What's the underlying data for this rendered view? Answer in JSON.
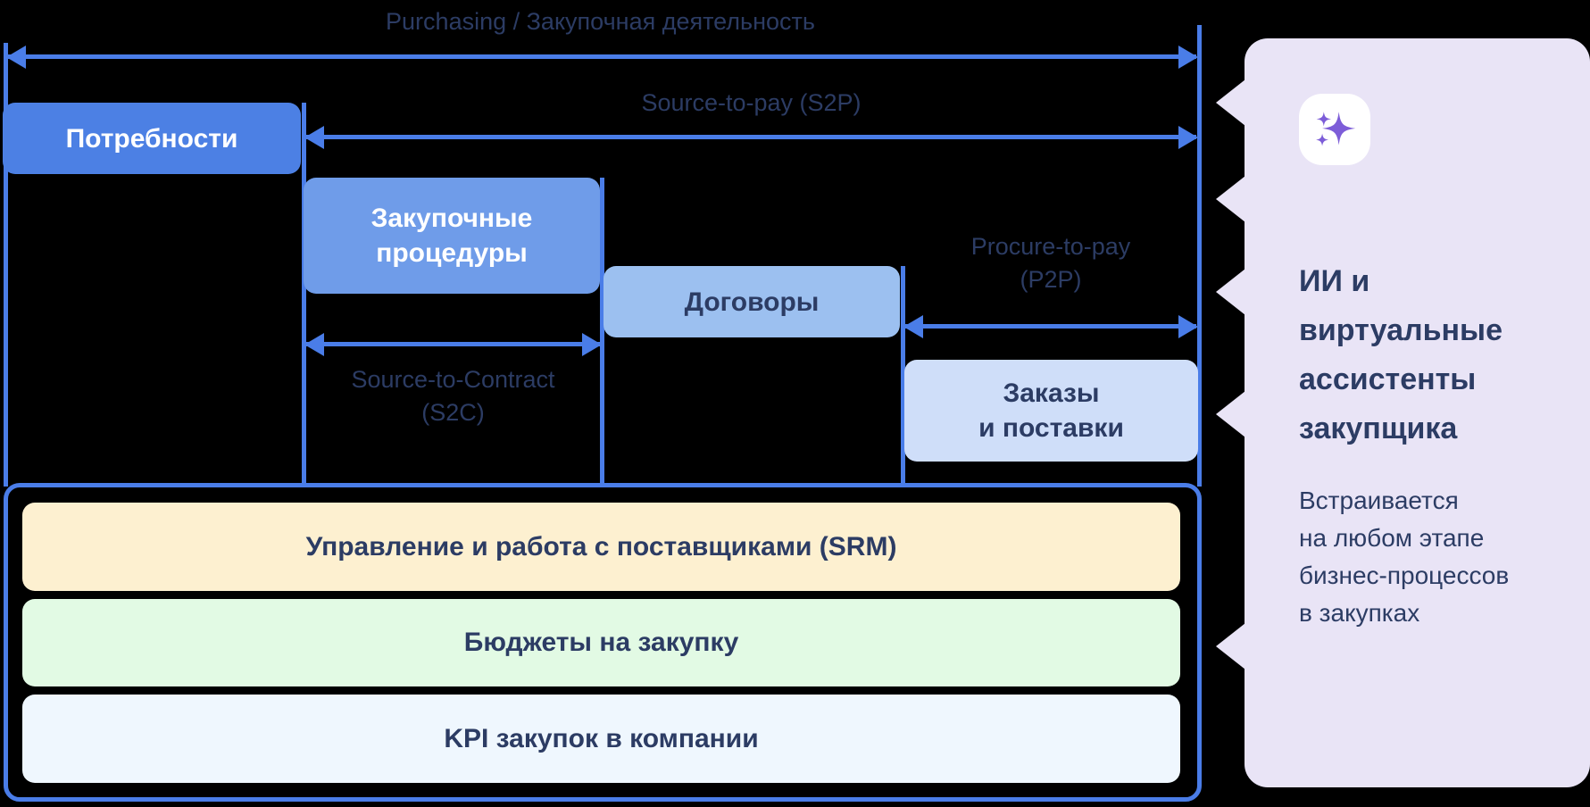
{
  "colors": {
    "background": "#000000",
    "line_blue": "#4a7de8",
    "navy_text": "#2c3c64",
    "needs_bg": "#4c80e4",
    "procedures_bg": "#6f9ce9",
    "contracts_bg": "#9cc0f0",
    "orders_bg": "#cfdef9",
    "srm_bg": "#fdf0d0",
    "budget_bg": "#e2fae4",
    "kpi_bg": "#eff7fe",
    "panel_bg": "#e9e4f6",
    "sparkle_purple": "#7d5dd8"
  },
  "header": {
    "title": "Purchasing / Закупочная деятельность"
  },
  "arrows": {
    "s2p": "Source-to-pay (S2P)",
    "s2c": "Source-to-Contract\n(S2C)",
    "p2p": "Procure-to-pay\n(P2P)"
  },
  "stages": {
    "needs": "Потребности",
    "procedures": "Закупочные\nпроцедуры",
    "contracts": "Договоры",
    "orders": "Заказы\nи поставки"
  },
  "foundation": {
    "srm": "Управление и работа с поставщиками (SRM)",
    "budget": "Бюджеты на закупку",
    "kpi": "KPI закупок в компании"
  },
  "side_panel": {
    "icon": "sparkles-icon",
    "heading": "ИИ и\nвиртуальные\nассистенты\nзакупщика",
    "body": "Встраивается\nна любом этапе\nбизнес-процессов\nв закупках"
  }
}
